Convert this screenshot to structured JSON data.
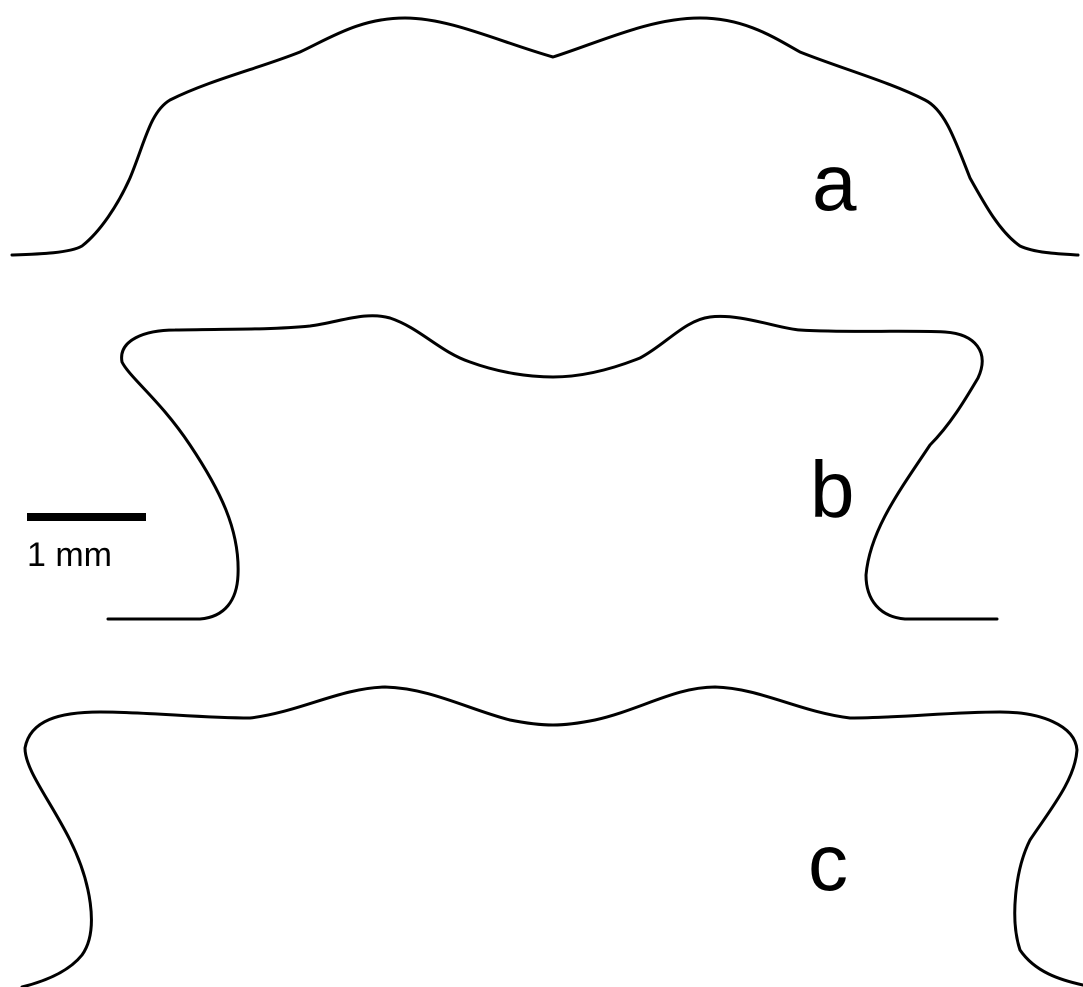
{
  "panels": [
    {
      "label": "a"
    },
    {
      "label": "b"
    },
    {
      "label": "c"
    }
  ],
  "scale_bar": {
    "label": "1 mm"
  },
  "colors": {
    "background": "#ffffff",
    "stroke": "#000000"
  }
}
